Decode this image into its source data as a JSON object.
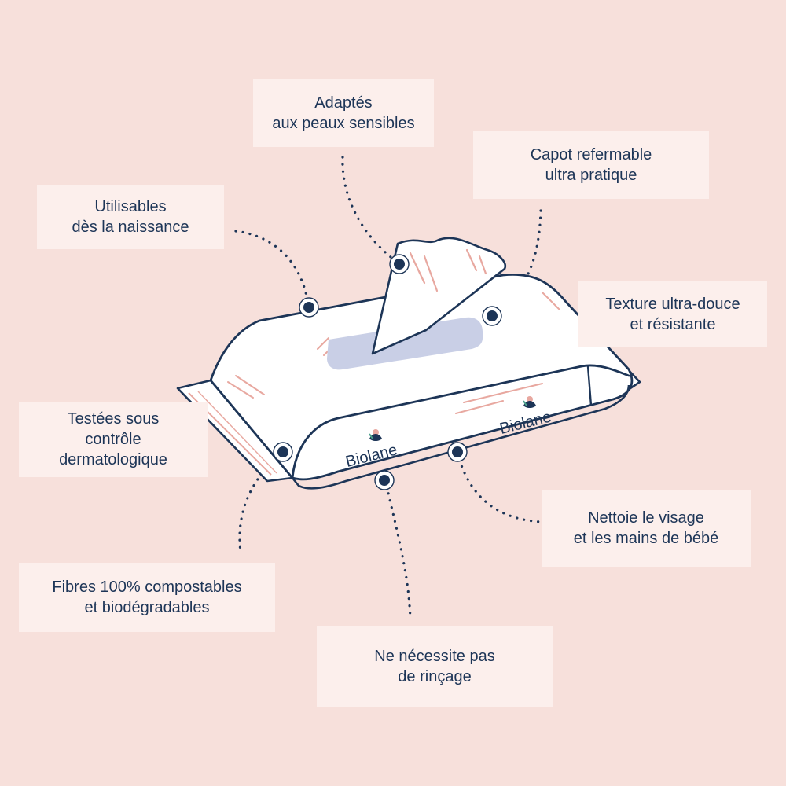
{
  "brand": {
    "logo_text": "Biolane",
    "colors": {
      "background": "#f7e0db",
      "label_background": "#fcefec",
      "navy": "#1d3557",
      "accent_pink": "#e8a8a0",
      "window_blue": "#c9cfe6"
    }
  },
  "callouts": {
    "peaux_sensibles": {
      "line1": "Adaptés",
      "line2": "aux peaux sensibles"
    },
    "capot": {
      "line1": "Capot refermable",
      "line2": "ultra pratique"
    },
    "naissance": {
      "line1": "Utilisables",
      "line2": "dès la naissance"
    },
    "texture": {
      "line1": "Texture ultra-douce",
      "line2": "et résistante"
    },
    "dermato": {
      "line1": "Testées sous",
      "line2": "contrôle",
      "line3": "dermatologique"
    },
    "nettoie": {
      "line1": "Nettoie le visage",
      "line2": "et les mains de bébé"
    },
    "fibres": {
      "line1": "Fibres 100% compostables",
      "line2": "et biodégradables"
    },
    "rincage": {
      "line1": "Ne nécessite pas",
      "line2": "de rinçage"
    }
  }
}
